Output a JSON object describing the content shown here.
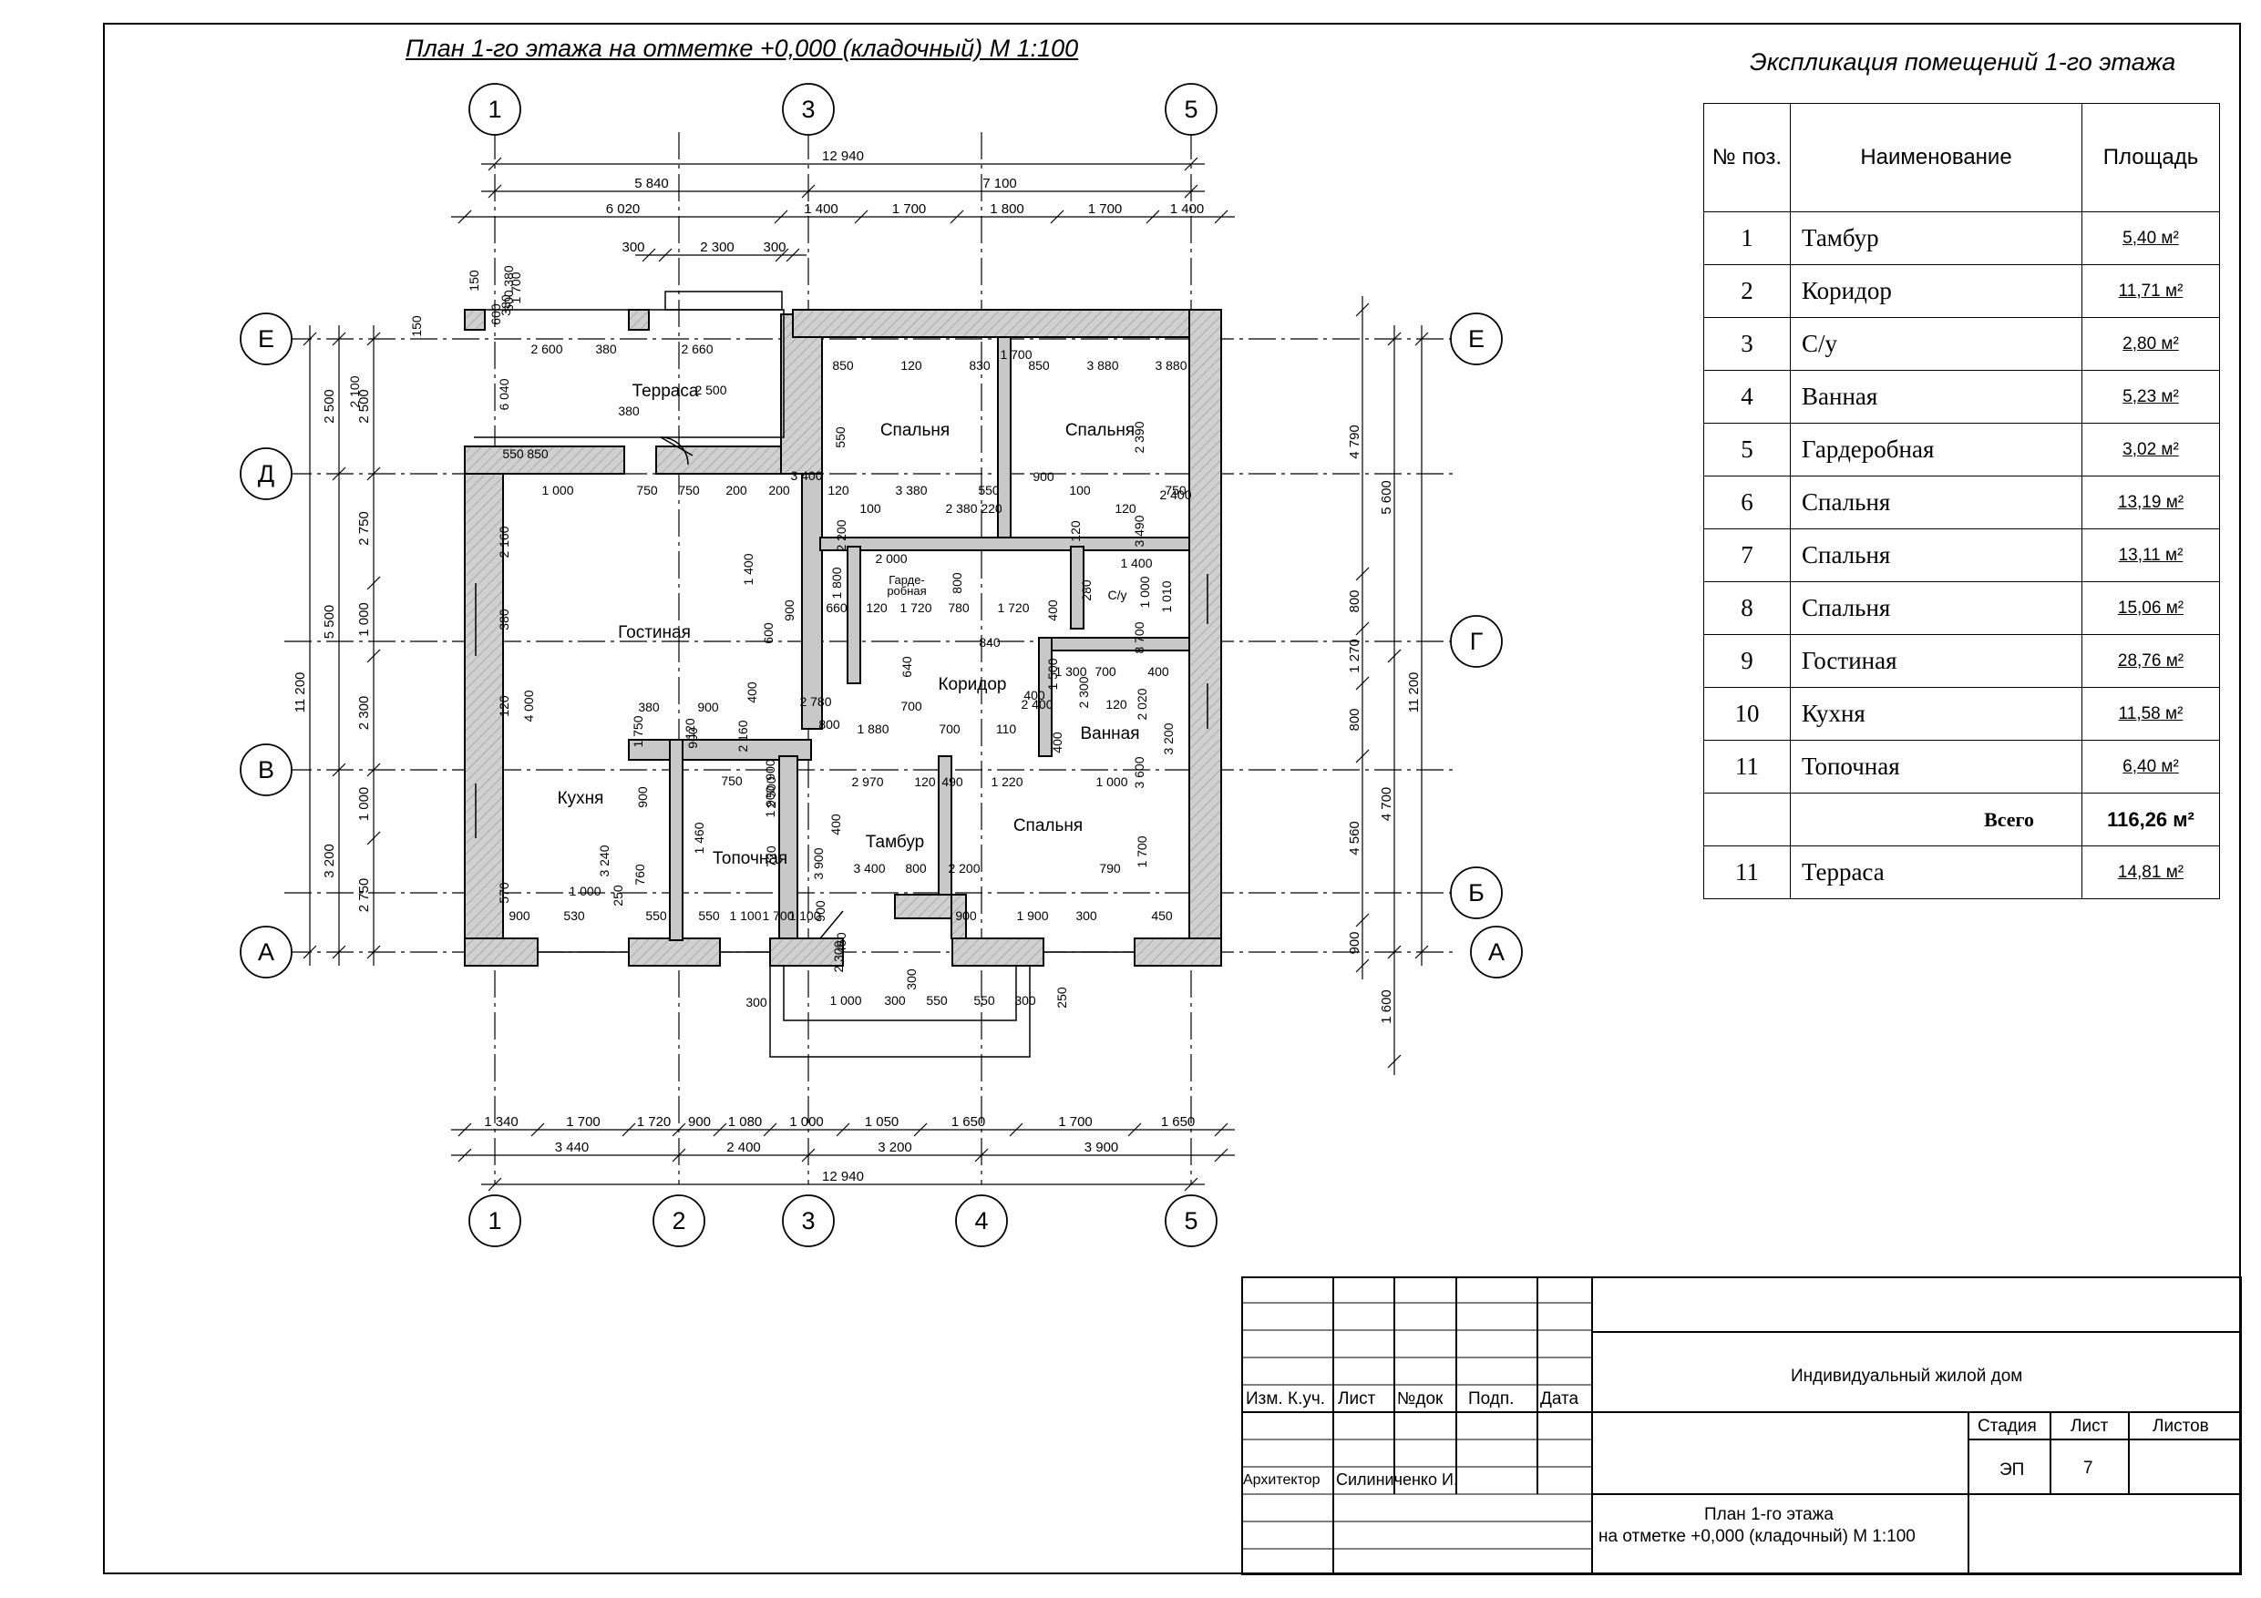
{
  "plan": {
    "title": "План 1-го этажа на отметке +0,000 (кладочный)  М 1:100",
    "axes": {
      "vertical": [
        "1",
        "2",
        "3",
        "4",
        "5"
      ],
      "horizontal": [
        "Е",
        "Д",
        "Г",
        "В",
        "Б",
        "А"
      ]
    },
    "rooms": {
      "terrace": "Терраса",
      "bedroom_1": "Спальня",
      "bedroom_2": "Спальня",
      "living": "Гостиная",
      "dressing": "Гарде-\nробная",
      "wc": "С/у",
      "corridor": "Коридор",
      "bath": "Ванная",
      "kitchen": "Кухня",
      "boiler": "Топочная",
      "vestibule": "Тамбур",
      "bedroom_3": "Спальня"
    },
    "dimensions": {
      "top_total": "12 940",
      "top_row1": [
        "5 840",
        "7 100"
      ],
      "top_row2": [
        "6 020",
        "1 400",
        "1 700",
        "1 800",
        "1 700",
        "1 400"
      ],
      "terrace_top": [
        "300",
        "2 300",
        "300"
      ],
      "bottom_row1": [
        "1 340",
        "1 700",
        "1 720",
        "900",
        "1 080",
        "1 000",
        "1 050",
        "1 650",
        "1 700",
        "1 650"
      ],
      "bottom_row2": [
        "3 440",
        "2 400",
        "3 200",
        "3 900"
      ],
      "bottom_total": "12 940",
      "left_total": "11 200",
      "left_row2": [
        "2 500",
        "5 500",
        "3 200"
      ],
      "left_row1": [
        "2 500",
        "2 750",
        "1 000",
        "2 300",
        "1 000",
        "2 750"
      ],
      "right_total": "11 200",
      "right_row1": [
        "5 600",
        "4 700",
        "1 600"
      ],
      "right_row2": [
        "4 790",
        "800",
        "1 270",
        "800",
        "4 560",
        "900"
      ],
      "interior": [
        "150",
        "380",
        "600",
        "150",
        "380",
        "2 600",
        "380",
        "2 660",
        "2 500",
        "2 100",
        "6 040",
        "380",
        "600",
        "550",
        "850",
        "1 700",
        "850",
        "120",
        "830",
        "1 700",
        "850",
        "3 880",
        "3 880",
        "550",
        "2 390",
        "750",
        "1 000",
        "750",
        "750",
        "200",
        "200",
        "3 400",
        "120",
        "3 380",
        "550",
        "100",
        "2 400",
        "900",
        "100",
        "2 380",
        "220",
        "120",
        "120",
        "3 490",
        "2 200",
        "1 400",
        "2 160",
        "1 800",
        "2 000",
        "800",
        "1 400",
        "280",
        "1 000",
        "1 010",
        "380",
        "600",
        "900",
        "660",
        "120",
        "1 720",
        "780",
        "1 720",
        "400",
        "840",
        "640",
        "1 300",
        "700",
        "400",
        "1 500",
        "8 700",
        "2 300",
        "400",
        "4 000",
        "120",
        "2 780",
        "700",
        "2 400",
        "120",
        "380",
        "900",
        "1 750",
        "900",
        "800",
        "1 880",
        "700",
        "110",
        "400",
        "2 020",
        "400",
        "2 160",
        "120",
        "750",
        "900",
        "2 970",
        "120",
        "490",
        "1 220",
        "1 000",
        "3 600",
        "3 200",
        "900",
        "2 500",
        "3 240",
        "1 460",
        "1 900",
        "400",
        "1 000",
        "760",
        "720",
        "3 900",
        "3 400",
        "800",
        "2 200",
        "790",
        "1 700",
        "250",
        "570",
        "900",
        "530",
        "550",
        "550",
        "1 100",
        "1 700",
        "1 100",
        "900",
        "900",
        "1 900",
        "300",
        "450",
        "2 300",
        "450",
        "300",
        "300",
        "1 000",
        "300",
        "550",
        "550",
        "300",
        "250"
      ]
    }
  },
  "explication": {
    "title": "Экспликация помещений 1-го этажа",
    "headers": [
      "№ поз.",
      "Наименование",
      "Площадь"
    ],
    "rows": [
      {
        "pos": "1",
        "name": "Тамбур",
        "area": "5,40 м²"
      },
      {
        "pos": "2",
        "name": "Коридор",
        "area": "11,71 м²"
      },
      {
        "pos": "3",
        "name": "С/у",
        "area": "2,80 м²"
      },
      {
        "pos": "4",
        "name": "Ванная",
        "area": "5,23 м²"
      },
      {
        "pos": "5",
        "name": "Гардеробная",
        "area": "3,02 м²"
      },
      {
        "pos": "6",
        "name": "Спальня",
        "area": "13,19 м²"
      },
      {
        "pos": "7",
        "name": "Спальня",
        "area": "13,11 м²"
      },
      {
        "pos": "8",
        "name": "Спальня",
        "area": "15,06 м²"
      },
      {
        "pos": "9",
        "name": "Гостиная",
        "area": "28,76 м²"
      },
      {
        "pos": "10",
        "name": "Кухня",
        "area": "11,58 м²"
      },
      {
        "pos": "11",
        "name": "Топочная",
        "area": "6,40 м²"
      }
    ],
    "total_label": "Всего",
    "total_value": "116,26 м²",
    "extra": {
      "pos": "11",
      "name": "Терраса",
      "area": "14,81 м²"
    }
  },
  "title_block": {
    "col_headers": [
      "Изм.",
      "К.уч.",
      "Лист",
      "№док",
      "Подп.",
      "Дата"
    ],
    "project": "Индивидуальный жилой дом",
    "stage_header": "Стадия",
    "sheet_header": "Лист",
    "sheets_header": "Листов",
    "stage": "ЭП",
    "sheet": "7",
    "role": "Архитектор",
    "author": "Силиниченко И.",
    "drawing_title_1": "План 1-го этажа",
    "drawing_title_2": "на отметке +0,000  (кладочный)   М 1:100"
  }
}
